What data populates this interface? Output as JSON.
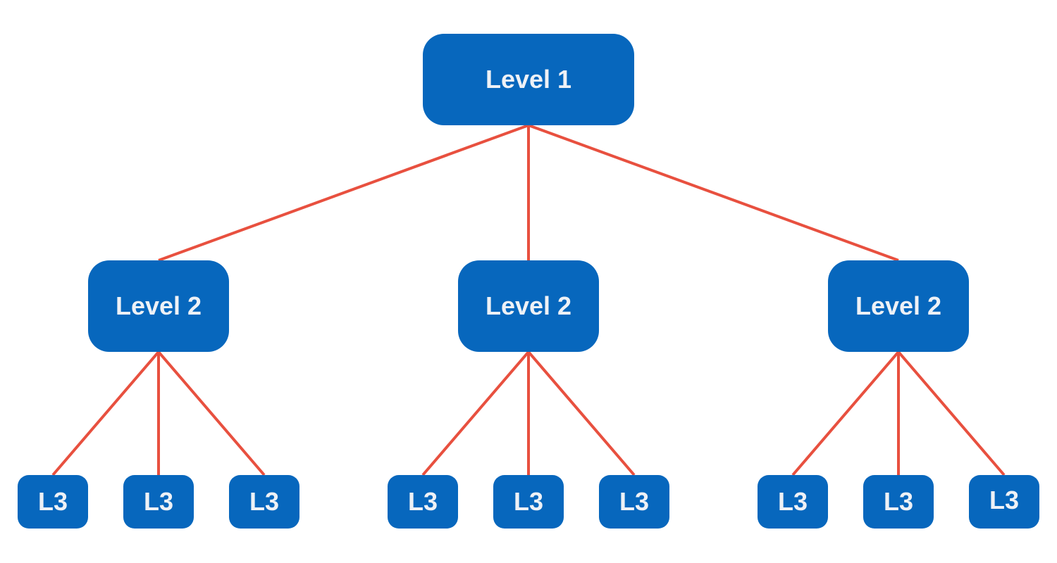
{
  "colors": {
    "node_fill": "#0767bd",
    "node_text": "#eef1f6",
    "connector": "#e8503f"
  },
  "root": {
    "label": "Level 1",
    "children": [
      {
        "label": "Level 2",
        "children": [
          {
            "label": "L3"
          },
          {
            "label": "L3"
          },
          {
            "label": "L3"
          }
        ]
      },
      {
        "label": "Level 2",
        "children": [
          {
            "label": "L3"
          },
          {
            "label": "L3"
          },
          {
            "label": "L3"
          }
        ]
      },
      {
        "label": "Level 2",
        "children": [
          {
            "label": "L3"
          },
          {
            "label": "L3"
          },
          {
            "label": "L3"
          }
        ]
      }
    ]
  }
}
